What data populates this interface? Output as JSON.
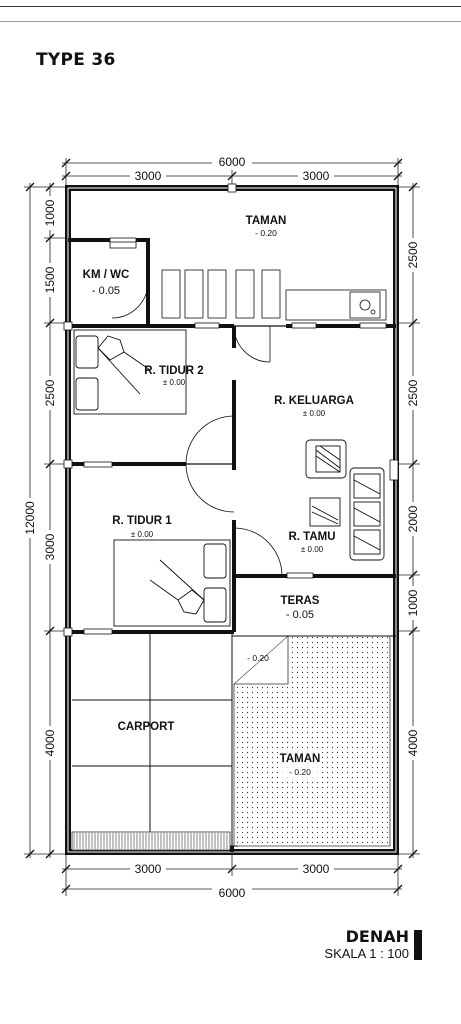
{
  "title": "TYPE 36",
  "dimensions": {
    "top_total": "6000",
    "top_left": "3000",
    "top_right": "3000",
    "bottom_total": "6000",
    "bottom_left": "3000",
    "bottom_right": "3000",
    "overall_left": "12000",
    "left_segments": [
      "1000",
      "1500",
      "2500",
      "3000",
      "4000"
    ],
    "right_segments": [
      "2500",
      "2500",
      "2000",
      "1000",
      "4000"
    ]
  },
  "rooms": {
    "taman_top": {
      "name": "TAMAN",
      "level": "- 0.20"
    },
    "km_wc": {
      "name": "KM / WC",
      "level": "- 0.05"
    },
    "tidur2": {
      "name": "R. TIDUR 2",
      "level": "± 0.00"
    },
    "keluarga": {
      "name": "R. KELUARGA",
      "level": "± 0.00"
    },
    "tidur1": {
      "name": "R. TIDUR 1",
      "level": "± 0.00"
    },
    "tamu": {
      "name": "R. TAMU",
      "level": "± 0.00"
    },
    "teras": {
      "name": "TERAS",
      "level": "- 0.05"
    },
    "carport_level": "- 0.20",
    "carport": {
      "name": "CARPORT"
    },
    "taman_bottom": {
      "name": "TAMAN",
      "level": "- 0.20"
    }
  },
  "legend": {
    "title": "DENAH",
    "scale": "SKALA 1 : 100"
  }
}
